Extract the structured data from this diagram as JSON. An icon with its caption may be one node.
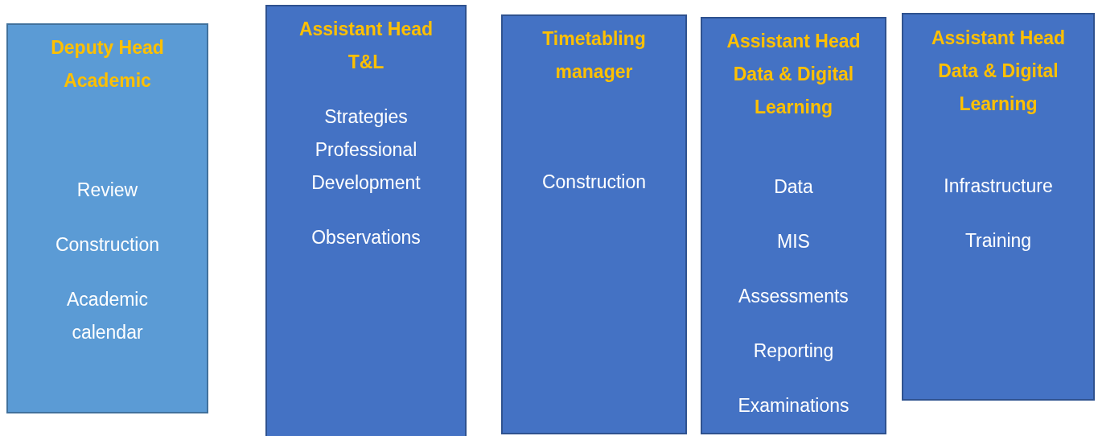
{
  "diagram": {
    "nodes": [
      {
        "text": [
          "Deputy Head Academic",
          "Review",
          "Construction",
          "Academic calendar"
        ]
      },
      {
        "text": [
          "Assistant Head T&L",
          "Strategies",
          "Professional Development",
          "Observations"
        ]
      },
      {
        "text": [
          "Timetabling manager",
          "Construction"
        ]
      },
      {
        "text": [
          "Assistant Head Data & Digital Learning",
          "Data",
          "MIS",
          "Assessments",
          "Reporting",
          "Examinations"
        ]
      },
      {
        "text": [
          "Assistant Head Data & Digital Learning",
          "Infrastructure",
          "Training"
        ]
      }
    ]
  }
}
